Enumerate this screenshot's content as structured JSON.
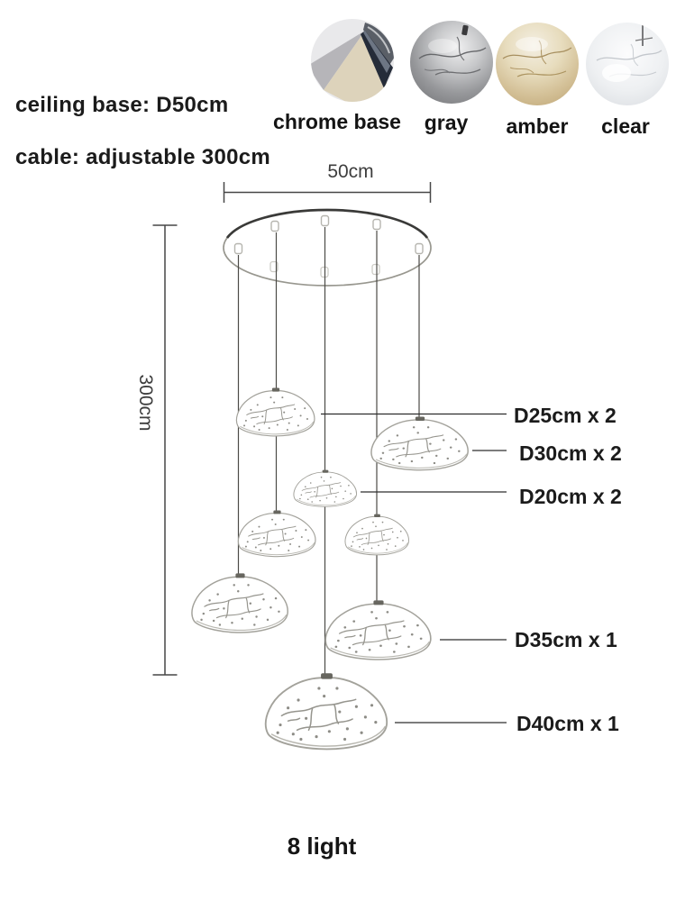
{
  "header": {
    "specs": [
      {
        "text": "ceiling base: D50cm"
      },
      {
        "text": "cable: adjustable 300cm"
      }
    ]
  },
  "finishes": [
    {
      "name": "chrome base",
      "swatch_icon": "chrome-pyramid-canopy"
    },
    {
      "name": "gray",
      "swatch_icon": "gray-glass-cloud"
    },
    {
      "name": "amber",
      "swatch_icon": "amber-glass-cloud"
    },
    {
      "name": "clear",
      "swatch_icon": "clear-glass-cloud"
    }
  ],
  "diagram": {
    "base_width": "50cm",
    "drop_height": "300cm",
    "shade_labels": [
      {
        "text": "D25cm x 2"
      },
      {
        "text": "D30cm x 2"
      },
      {
        "text": "D20cm x 2"
      },
      {
        "text": "D35cm x 1"
      },
      {
        "text": "D40cm x 1"
      }
    ],
    "shade_count": 8,
    "cable_count": 5
  },
  "footer": {
    "light_count": "8 light"
  },
  "colors": {
    "text": "#1b1b1b",
    "dimension": "#3e3e3e",
    "sketch_outline": "#a3a29b",
    "cable": "#4c4b47",
    "gray_swatch": "#97989b",
    "amber_swatch": "#d4c198",
    "clear_swatch": "#eef0f2"
  }
}
